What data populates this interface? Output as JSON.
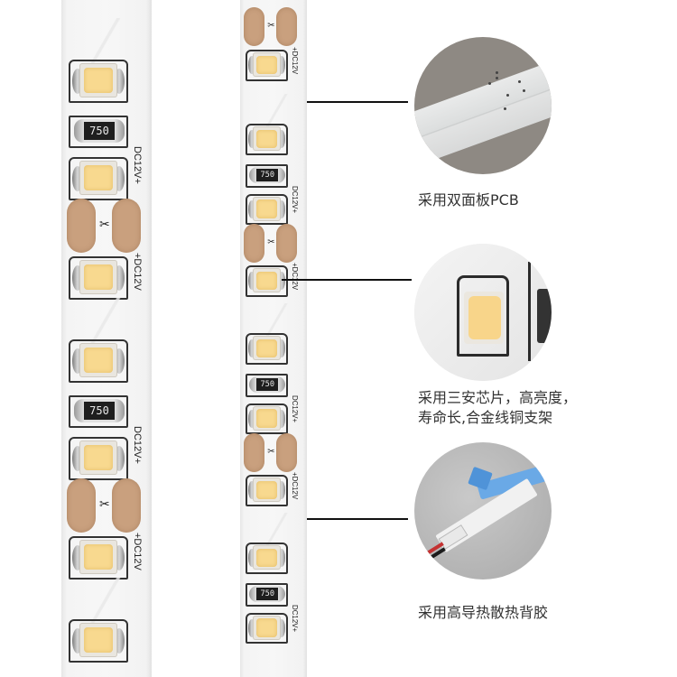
{
  "strips": {
    "resistor_code": "750",
    "voltage_top": "DC12V+",
    "voltage_bottom": "+DC12V"
  },
  "callouts": [
    {
      "caption": "采用双面板PCB",
      "image": "white-double-sided-pcb-closeup"
    },
    {
      "caption_lines": [
        "采用三安芯片，高亮度，",
        "寿命长,合金线铜支架"
      ],
      "image": "led-chip-closeup"
    },
    {
      "caption": "采用高导热散热背胶",
      "image": "adhesive-backing-closeup"
    }
  ],
  "colors": {
    "background": "#ffffff",
    "pcb": "#f5f5f5",
    "led_chip": "#f8d98f",
    "copper_pad": "#c9a07e",
    "resistor": "#1e1e1e",
    "circle1_bg": "#8e8983",
    "tape_blue": "#6aa9e6",
    "line": "#111111",
    "text": "#333333"
  }
}
